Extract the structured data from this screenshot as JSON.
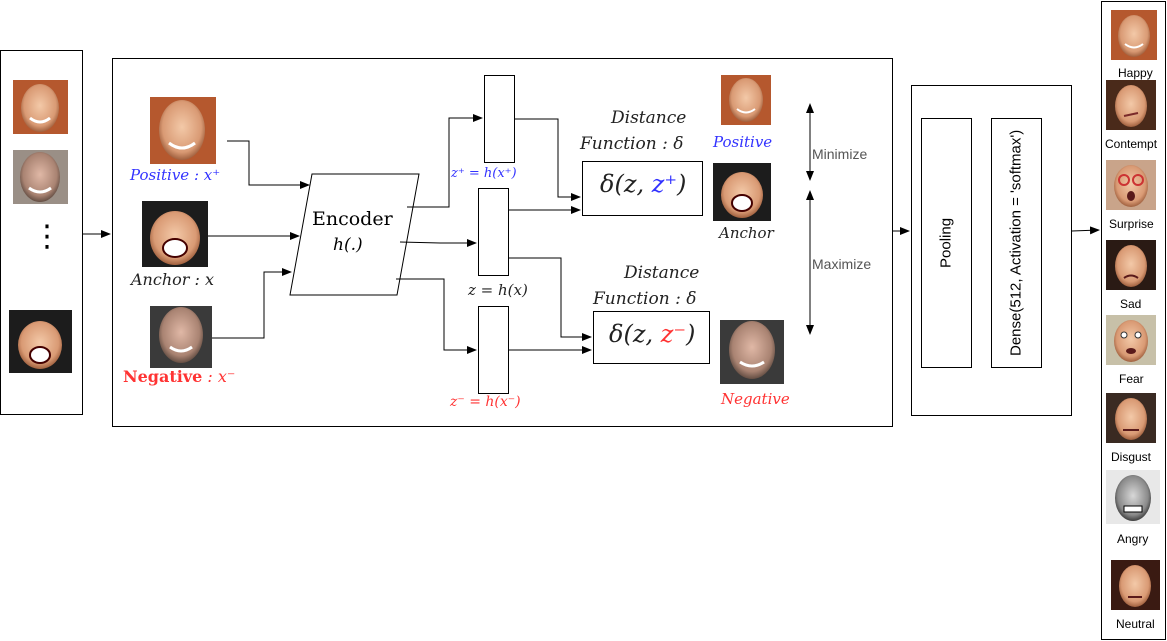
{
  "colors": {
    "positive": "#3333ff",
    "negative": "#ff3333",
    "line": "#000000",
    "gray_text": "#555555"
  },
  "encoder": {
    "title": "Encoder",
    "func": "h(.)"
  },
  "inputs": {
    "positive_label": "Positive",
    "positive_var": ": x⁺",
    "anchor_label": "Anchor",
    "anchor_var": ": x",
    "negative_label": "Negative",
    "negative_var": ": x⁻"
  },
  "embeddings": {
    "z_plus": "z⁺ = h(x⁺)",
    "z": "z = h(x)",
    "z_minus": "z⁻ = h(x⁻)"
  },
  "distance": {
    "top_title_1": "Distance",
    "top_title_2": "Function : δ",
    "top_formula_prefix": "δ(z, ",
    "top_formula_var": "z⁺",
    "top_formula_suffix": ")",
    "bottom_title_1": "Distance",
    "bottom_title_2": "Function : δ",
    "bottom_formula_prefix": "δ(z, ",
    "bottom_formula_var": "z⁻",
    "bottom_formula_suffix": ")"
  },
  "samples": {
    "positive": "Positive",
    "anchor": "Anchor",
    "negative": "Negative"
  },
  "objectives": {
    "minimize": "Minimize",
    "maximize": "Maximize"
  },
  "classifier": {
    "pooling": "Pooling",
    "dense": "Dense(512, Activation = 'softmax')"
  },
  "emotions": [
    "Happy",
    "Contempt",
    "Surprise",
    "Sad",
    "Fear",
    "Disgust",
    "Angry",
    "Neutral"
  ],
  "dataset": {
    "ellipsis": "⋮"
  }
}
